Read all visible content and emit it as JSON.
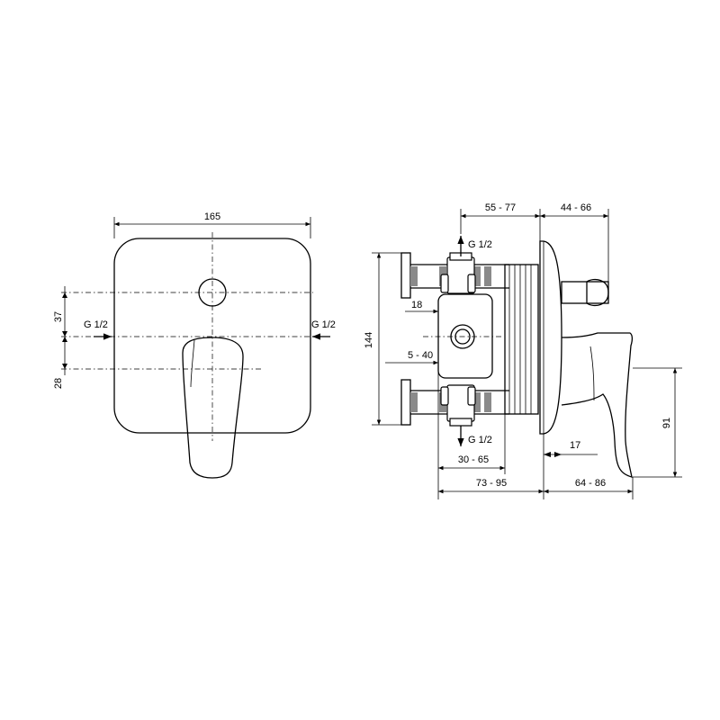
{
  "front_view": {
    "width_dim": "165",
    "dim_upper": "37",
    "dim_lower": "28",
    "inlet_left": "G 1/2",
    "inlet_right": "G 1/2"
  },
  "side_view": {
    "outlet_top": "G 1/2",
    "outlet_bottom": "G 1/2",
    "dim_55_77": "55 - 77",
    "dim_44_66": "44 - 66",
    "dim_144": "144",
    "dim_18": "18",
    "dim_5_40": "5 - 40",
    "dim_30_65": "30 - 65",
    "dim_73_95": "73 - 95",
    "dim_64_86": "64 - 86",
    "dim_17": "17",
    "dim_91": "91"
  }
}
